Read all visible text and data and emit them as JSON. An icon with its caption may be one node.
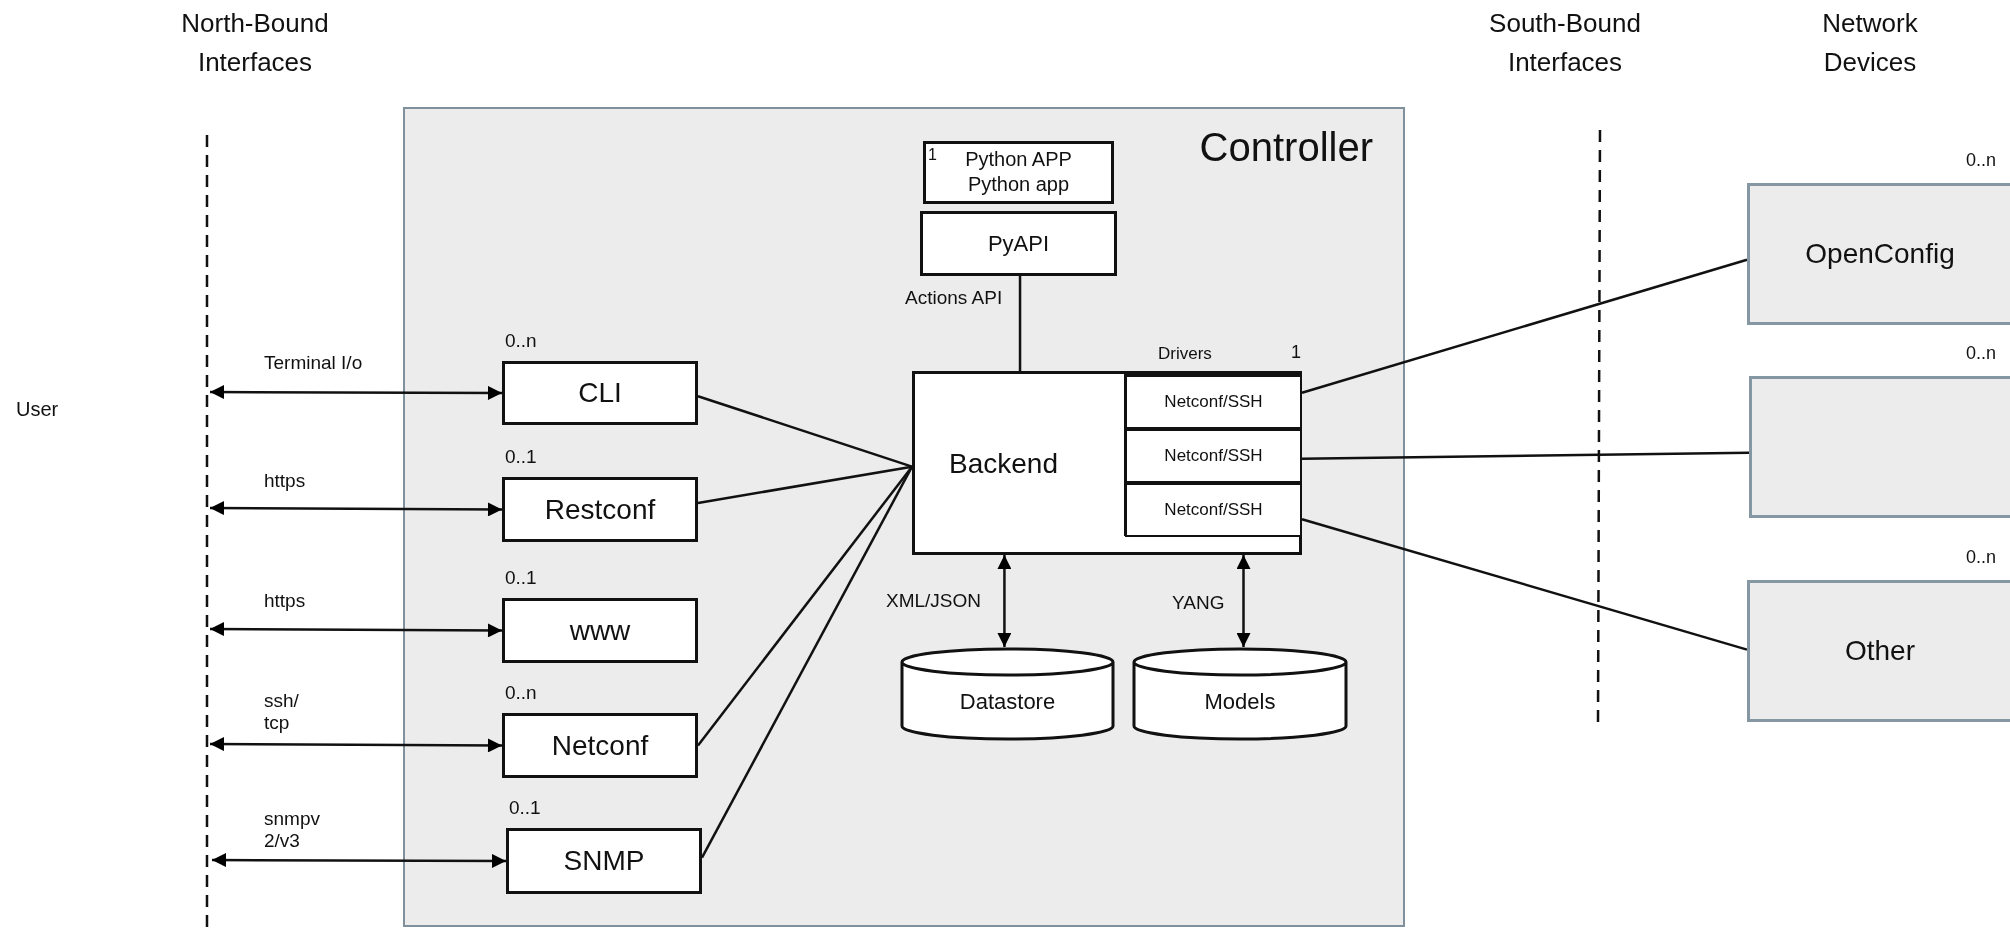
{
  "diagram": {
    "nodes": [
      {
        "text": [
          "Controller"
        ]
      },
      {
        "text": [
          "1",
          "Python APP",
          "Python app"
        ],
        "in": 0
      },
      {
        "text": [
          "PyAPI"
        ],
        "in": 0
      },
      {
        "text": [
          "CLI"
        ],
        "in": 0,
        "beside": [
          "0..n"
        ]
      },
      {
        "text": [
          "Restconf"
        ],
        "in": 0,
        "beside": [
          "0..1"
        ]
      },
      {
        "text": [
          "www"
        ],
        "in": 0,
        "beside": [
          "0..1"
        ]
      },
      {
        "text": [
          "Netconf"
        ],
        "in": 0,
        "beside": [
          "0..n"
        ]
      },
      {
        "text": [
          "SNMP"
        ],
        "in": 0,
        "beside": [
          "0..1"
        ]
      },
      {
        "text": [
          "Backend"
        ],
        "in": 0
      },
      {
        "text": [
          "Drivers"
        ],
        "in": 8,
        "beside": [
          "1"
        ]
      },
      {
        "text": [
          "Netconf/SSH"
        ],
        "in": 9
      },
      {
        "text": [
          "Netconf/SSH"
        ],
        "in": 9
      },
      {
        "text": [
          "Netconf/SSH"
        ],
        "in": 9
      },
      {
        "text": [
          "Datastore"
        ],
        "in": 0
      },
      {
        "text": [
          "Models"
        ],
        "in": 0
      },
      {
        "text": [
          "OpenConfig"
        ],
        "beside": [
          "0..n"
        ]
      },
      {
        "text": [],
        "shape": "box",
        "beside": [
          "0..n"
        ]
      },
      {
        "text": [
          "Other"
        ],
        "beside": [
          "0..n"
        ]
      }
    ],
    "edges": [
      {
        "from": null,
        "to": 3,
        "arrow": "both",
        "label": "Terminal I/o"
      },
      {
        "from": null,
        "to": 4,
        "arrow": "both",
        "label": "https"
      },
      {
        "from": null,
        "to": 5,
        "arrow": "both",
        "label": "https"
      },
      {
        "from": null,
        "to": 6,
        "arrow": "both",
        "label": "ssh/ tcp"
      },
      {
        "from": null,
        "to": 7,
        "arrow": "both",
        "label": "snmpv 2/v3"
      },
      {
        "from": 3,
        "to": 8,
        "arrow": "none"
      },
      {
        "from": 4,
        "to": 8,
        "arrow": "none"
      },
      {
        "from": 6,
        "to": 8,
        "arrow": "none"
      },
      {
        "from": 7,
        "to": 8,
        "arrow": "none"
      },
      {
        "from": 8,
        "to": 2,
        "arrow": "none",
        "label": "Actions API"
      },
      {
        "from": 8,
        "to": 13,
        "arrow": "both",
        "label": "XML/JSON"
      },
      {
        "from": 8,
        "to": 14,
        "arrow": "both",
        "label": "YANG"
      },
      {
        "from": 10,
        "to": 15,
        "arrow": "none"
      },
      {
        "from": 11,
        "to": 16,
        "arrow": "none"
      },
      {
        "from": 12,
        "to": 17,
        "arrow": "none"
      }
    ],
    "labels": [
      "North-Bound Interfaces",
      "South-Bound Interfaces",
      "Network Devices",
      "User"
    ]
  }
}
